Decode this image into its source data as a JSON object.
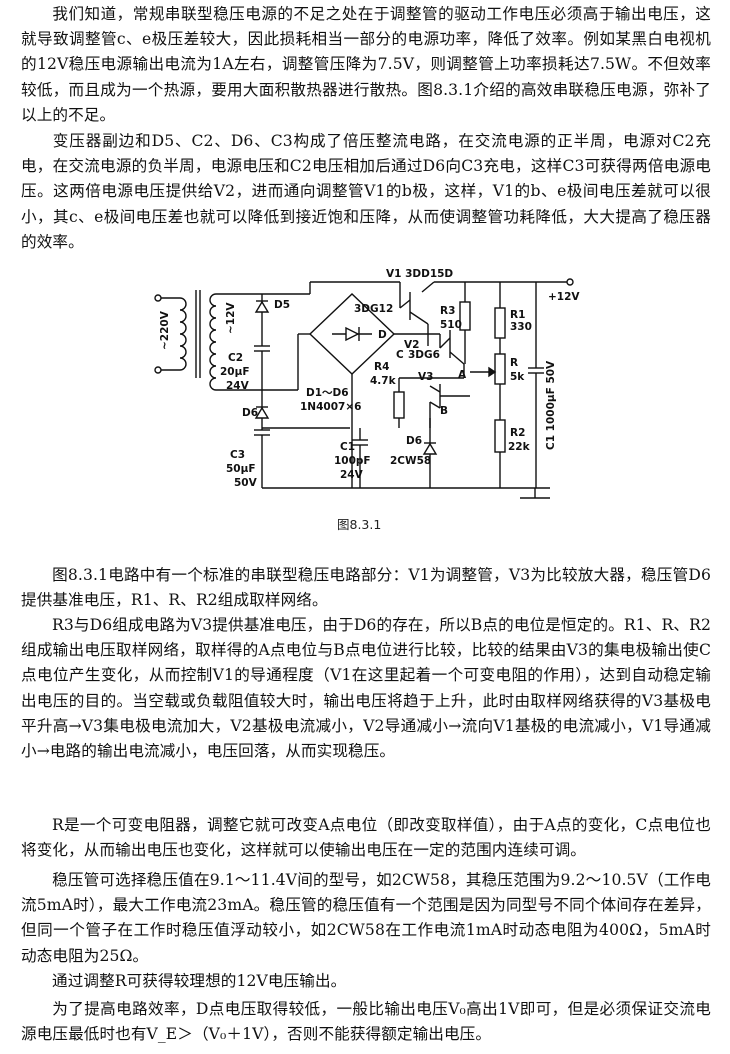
{
  "paragraphs": {
    "p1": "我们知道，常规串联型稳压电源的不足之处在于调整管的驱动工作电压必须高于输出电压，这就导致调整管c、e极压差较大，因此损耗相当一部分的电源功率，降低了效率。例如某黑白电视机的12V稳压电源输出电流为1A左右，调整管压降为7.5V，则调整管上功率损耗达7.5W。不但效率较低，而且成为一个热源，要用大面积散热器进行散热。图8.3.1介绍的高效串联稳压电源，弥补了以上的不足。",
    "p2": "变压器副边和D5、C2、D6、C3构成了倍压整流电路，在交流电源的正半周，电源对C2充电，在交流电源的负半周，电源电压和C2电压相加后通过D6向C3充电，这样C3可获得两倍电源电压。这两倍电源电压提供给V2，进而通向调整管V1的b极，这样，V1的b、e极间电压差就可以很小，其c、e极间电压差也就可以降低到接近饱和压降，从而使调整管功耗降低，大大提高了稳压器的效率。",
    "p3": "图8.3.1电路中有一个标准的串联型稳压电路部分：V1为调整管，V3为比较放大器，稳压管D6提供基准电压，R1、R、R2组成取样网络。",
    "p4": "R3与D6组成电路为V3提供基准电压，由于D6的存在，所以B点的电位是恒定的。R1、R、R2组成输出电压取样网络，取样得的A点电位与B点电位进行比较，比较的结果由V3的集电极输出使C点电位产生变化，从而控制V1的导通程度（V1在这里起着一个可变电阻的作用），达到自动稳定输出电压的目的。当空载或负载阻值较大时，输出电压将趋于上升，此时由取样网络获得的V3基极电平升高→V3集电极电流加大，V2基极电流减小，V2导通减小→流向V1基极的电流减小，V1导通减小→电路的输出电流减小，电压回落，从而实现稳压。",
    "p5": "R是一个可变电阻器，调整它就可改变A点电位（即改变取样值），由于A点的变化，C点电位也将变化，从而输出电压也变化，这样就可以使输出电压在一定的范围内连续可调。",
    "p6": "稳压管可选择稳压值在9.1～11.4V间的型号，如2CW58，其稳压范围为9.2～10.5V（工作电流5mA时），最大工作电流23mA。稳压管的稳压值有一个范围是因为同型号不同个体间存在差异，但同一个管子在工作时稳压值浮动较小，如2CW58在工作电流1mA时动态电阻为400Ω，5mA时动态电阻为25Ω。",
    "p7": "通过调整R可获得较理想的12V电压输出。",
    "p8": "为了提高电路效率，D点电压取得较低，一般比输出电压V₀高出1V即可，但是必须保证交流电源电压最低时也有V_E＞（V₀＋1V），否则不能获得额定输出电压。"
  },
  "figure": {
    "caption": "图8.3.1",
    "labels": {
      "v1": "V1  3DD15D",
      "plus12": "+12V",
      "v220": "~220V",
      "v12": "~12V",
      "d5": "D5",
      "c2a": "C2",
      "c2b": "20μF",
      "c2c": "24V",
      "d6left": "D6",
      "c3a": "C3",
      "c3b": "50μF",
      "c3c": "50V",
      "d1d6": "D1～D6",
      "in4007": "1N4007×6",
      "c1a": "C1",
      "c1b": "100pF",
      "c1c": "24V",
      "dg12": "3DG12",
      "v2": "V2",
      "r3a": "R3",
      "r3b": "510",
      "c3dg6": "3DG6",
      "r4a": "R4",
      "r4b": "4.7k",
      "v3": "V3",
      "d6a": "D6",
      "d6b": "2CW58",
      "r1a": "R1",
      "r1b": "330",
      "ra": "R",
      "rb": "5k",
      "r2a": "R2",
      "r2b": "22k",
      "c1right": "C1 1000μF 50V",
      "ptD": "D",
      "ptA": "A",
      "ptB": "B",
      "ptC": "C"
    }
  }
}
